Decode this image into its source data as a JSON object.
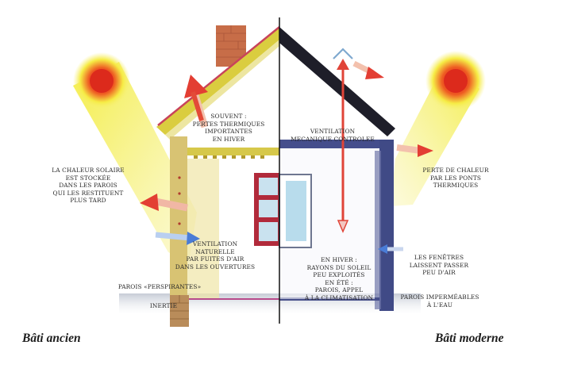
{
  "titles": {
    "left": "Bâti ancien",
    "right": "Bâti moderne"
  },
  "labels": {
    "solar_storage": [
      "LA CHALEUR SOLAIRE",
      "EST STOCKÉE",
      "DANS LES PAROIS",
      "QUI LES RESTITUENT",
      "PLUS TARD"
    ],
    "roof_losses": [
      "SOUVENT :",
      "PERTES THERMIQUES",
      "IMPORTANTES",
      "EN HIVER"
    ],
    "natural_ventilation": [
      "VENTILATION",
      "NATURELLE",
      "PAR FUITES D'AIR",
      "DANS LES OUVERTURES"
    ],
    "breathing_walls": "PAROIS «PERSPIRANTES»",
    "inertia": "INERTIE",
    "mechanical_ventilation": [
      "VENTILATION",
      "MECANIQUE CONTROLEE"
    ],
    "thermal_bridges": [
      "PERTE DE CHALEUR",
      "PAR LES PONTS",
      "THERMIQUES"
    ],
    "sun_winter_summer": [
      "EN HIVER :",
      "RAYONS DU SOLEIL",
      "PEU EXPLOITÉS",
      "EN ÉTÉ :",
      "PAROIS, APPEL",
      "À LA CLIMATISATION"
    ],
    "airtight_windows": [
      "LES FENÊTRES",
      "LAISSENT PASSER",
      "PEU D'AIR"
    ],
    "waterproof_walls": [
      "PAROIS IMPERMÉABLES",
      "À L'EAU"
    ]
  },
  "colors": {
    "sun_core": "#e8321e",
    "sun_glow": "#f4ee4a",
    "heat_arrow": "#e5452f",
    "cool_arrow": "#4f7ed6",
    "old_roof": "#d7cb3e",
    "old_roof_tiles": "#cc3d5a",
    "chimney": "#c46a44",
    "modern_roof": "#1d1d28",
    "modern_wall": "#404a86",
    "window_frame": "#b12a3b",
    "glass": "#b8dcec",
    "ground": "#cfd3dc",
    "stone": "#b88c5a"
  }
}
